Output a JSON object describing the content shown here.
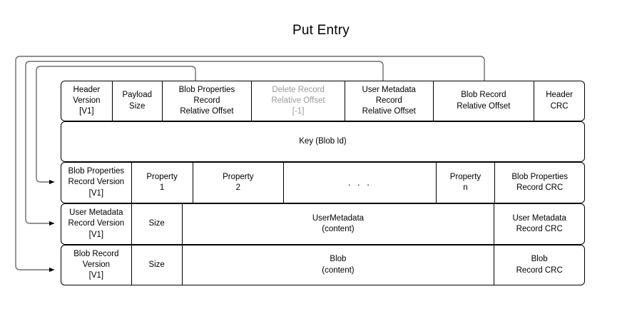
{
  "title": "Put Entry",
  "theme": {
    "line_color": "#000000",
    "dim_text_color": "#9a9a9a",
    "background": "#ffffff",
    "connector_color": "#6d6d6d"
  },
  "rows": [
    {
      "name": "header-row",
      "cells": [
        {
          "name": "header-version",
          "text": "Header\nVersion\n[V1]",
          "dim": false
        },
        {
          "name": "payload-size",
          "text": "Payload\nSize",
          "dim": false
        },
        {
          "name": "blob-properties-offset",
          "text": "Blob Properties\nRecord\nRelative Offset",
          "dim": false
        },
        {
          "name": "delete-record-offset",
          "text": "Delete Record\nRelative Offset\n[-1]",
          "dim": true
        },
        {
          "name": "user-metadata-offset",
          "text": "User Metadata\nRecord\nRelative Offset",
          "dim": false
        },
        {
          "name": "blob-record-offset",
          "text": "Blob Record\nRelative Offset",
          "dim": false
        },
        {
          "name": "header-crc",
          "text": "Header\nCRC",
          "dim": false
        }
      ]
    },
    {
      "name": "key-row",
      "cells": [
        {
          "name": "key-blob-id",
          "text": "Key (Blob Id)",
          "dim": false
        }
      ]
    },
    {
      "name": "blob-properties-row",
      "cells": [
        {
          "name": "blob-properties-version",
          "text": "Blob Properties\nRecord Version\n[V1]",
          "dim": false
        },
        {
          "name": "property-1",
          "text": "Property\n1",
          "dim": false
        },
        {
          "name": "property-2",
          "text": "Property\n2",
          "dim": false
        },
        {
          "name": "property-ellipsis",
          "text": ". . .",
          "dim": false
        },
        {
          "name": "property-n",
          "text": "Property\nn",
          "dim": false
        },
        {
          "name": "blob-properties-crc",
          "text": "Blob Properties\nRecord CRC",
          "dim": false
        }
      ]
    },
    {
      "name": "user-metadata-row",
      "cells": [
        {
          "name": "user-metadata-version",
          "text": "User Metadata\nRecord Version\n[V1]",
          "dim": false
        },
        {
          "name": "user-metadata-size",
          "text": "Size",
          "dim": false
        },
        {
          "name": "user-metadata-content",
          "text": "UserMetadata\n(content)",
          "dim": false
        },
        {
          "name": "user-metadata-crc",
          "text": "User Metadata\nRecord CRC",
          "dim": false
        }
      ]
    },
    {
      "name": "blob-record-row",
      "cells": [
        {
          "name": "blob-record-version",
          "text": "Blob Record\nVersion\n[V1]",
          "dim": false
        },
        {
          "name": "blob-record-size",
          "text": "Size",
          "dim": false
        },
        {
          "name": "blob-record-content",
          "text": "Blob\n(content)",
          "dim": false
        },
        {
          "name": "blob-record-crc",
          "text": "Blob\nRecord CRC",
          "dim": false
        }
      ]
    }
  ],
  "connectors": [
    {
      "name": "connector-blob-properties-offset",
      "from": "blob-properties-offset",
      "to": "blob-properties-version"
    },
    {
      "name": "connector-user-metadata-offset",
      "from": "user-metadata-offset",
      "to": "user-metadata-version"
    },
    {
      "name": "connector-blob-record-offset",
      "from": "blob-record-offset",
      "to": "blob-record-version"
    }
  ]
}
